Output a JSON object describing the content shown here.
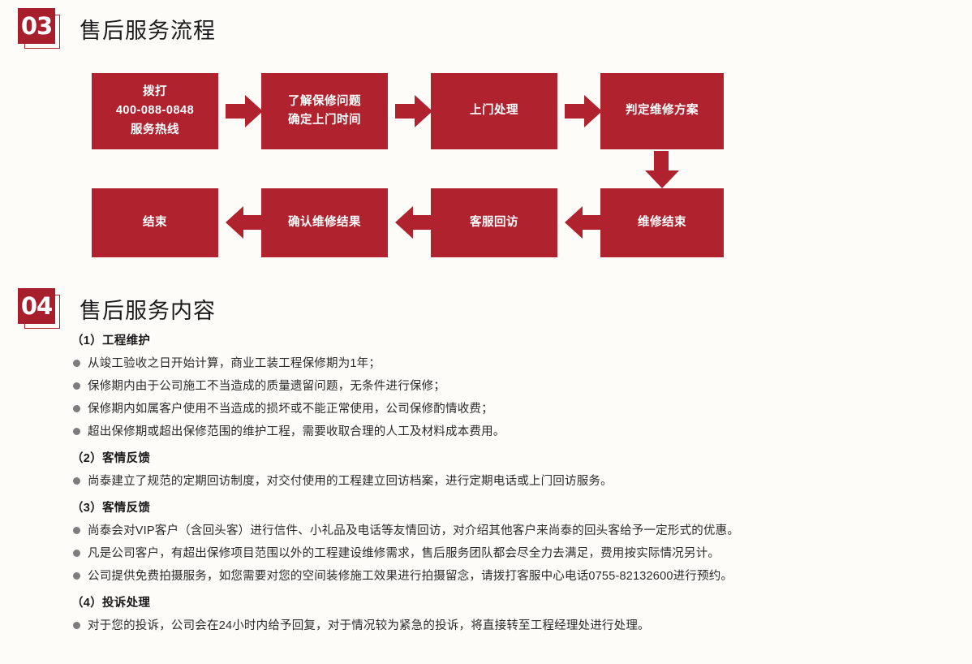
{
  "page": {
    "background_color": "#fdfcf8",
    "accent_red": "#b0222e",
    "badge_red": "#a71f2c",
    "bullet_gray": "#7d7d7d",
    "text_color": "#2a2a2a"
  },
  "sections": [
    {
      "number": "03",
      "title": "售后服务流程"
    },
    {
      "number": "04",
      "title": "售后服务内容"
    }
  ],
  "flowchart": {
    "row1": [
      {
        "lines": [
          "拨打",
          "400-088-0848",
          "服务热线"
        ]
      },
      {
        "lines": [
          "了解保修问题",
          "确定上门时间"
        ]
      },
      {
        "lines": [
          "上门处理"
        ]
      },
      {
        "lines": [
          "判定维修方案"
        ]
      }
    ],
    "row2": [
      {
        "lines": [
          "结束"
        ]
      },
      {
        "lines": [
          "确认维修结果"
        ]
      },
      {
        "lines": [
          "客服回访"
        ]
      },
      {
        "lines": [
          "维修结束"
        ]
      }
    ],
    "arrows": {
      "right_1": "arrow-right-icon",
      "right_2": "arrow-right-icon",
      "right_3": "arrow-right-icon",
      "down_1": "arrow-down-icon",
      "left_1": "arrow-left-icon",
      "left_2": "arrow-left-icon",
      "left_3": "arrow-left-icon"
    }
  },
  "content": {
    "groups": [
      {
        "heading": "（1）工程维护",
        "items": [
          "从竣工验收之日开始计算，商业工装工程保修期为1年；",
          "保修期内由于公司施工不当造成的质量遗留问题，无条件进行保修；",
          "保修期内如属客户使用不当造成的损坏或不能正常使用，公司保修酌情收费；",
          "超出保修期或超出保修范围的维护工程，需要收取合理的人工及材料成本费用。"
        ]
      },
      {
        "heading": "（2）客情反馈",
        "items": [
          "尚泰建立了规范的定期回访制度，对交付使用的工程建立回访档案，进行定期电话或上门回访服务。"
        ]
      },
      {
        "heading": "（3）客情反馈",
        "items": [
          "尚泰会对VIP客户（含回头客）进行信件、小礼品及电话等友情回访，对介绍其他客户来尚泰的回头客给予一定形式的优惠。",
          "凡是公司客户，有超出保修项目范围以外的工程建设维修需求，售后服务团队都会尽全力去满足，费用按实际情况另计。",
          "公司提供免费拍摄服务，如您需要对您的空间装修施工效果进行拍摄留念，请拨打客服中心电话0755-82132600进行预约。"
        ]
      },
      {
        "heading": "（4）投诉处理",
        "items": [
          "对于您的投诉，公司会在24小时内给予回复，对于情况较为紧急的投诉，将直接转至工程经理处进行处理。"
        ]
      }
    ]
  }
}
